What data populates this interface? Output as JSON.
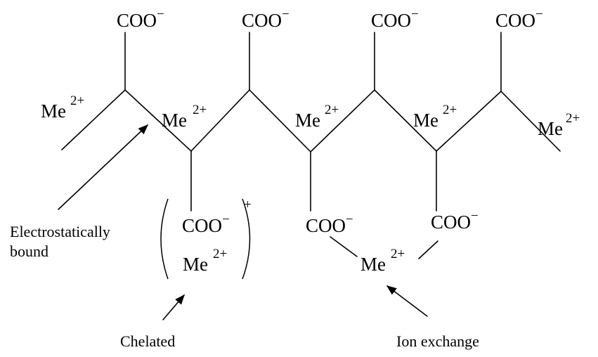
{
  "chem": {
    "carboxylate": "COO",
    "charge_minus": "−",
    "metal": "Me",
    "metal_charge": "2+",
    "complex_charge": "+"
  },
  "labels": {
    "electrostatic_line1": "Electrostatically",
    "electrostatic_line2": "bound",
    "chelated": "Chelated",
    "ion_exchange": "Ion exchange"
  }
}
